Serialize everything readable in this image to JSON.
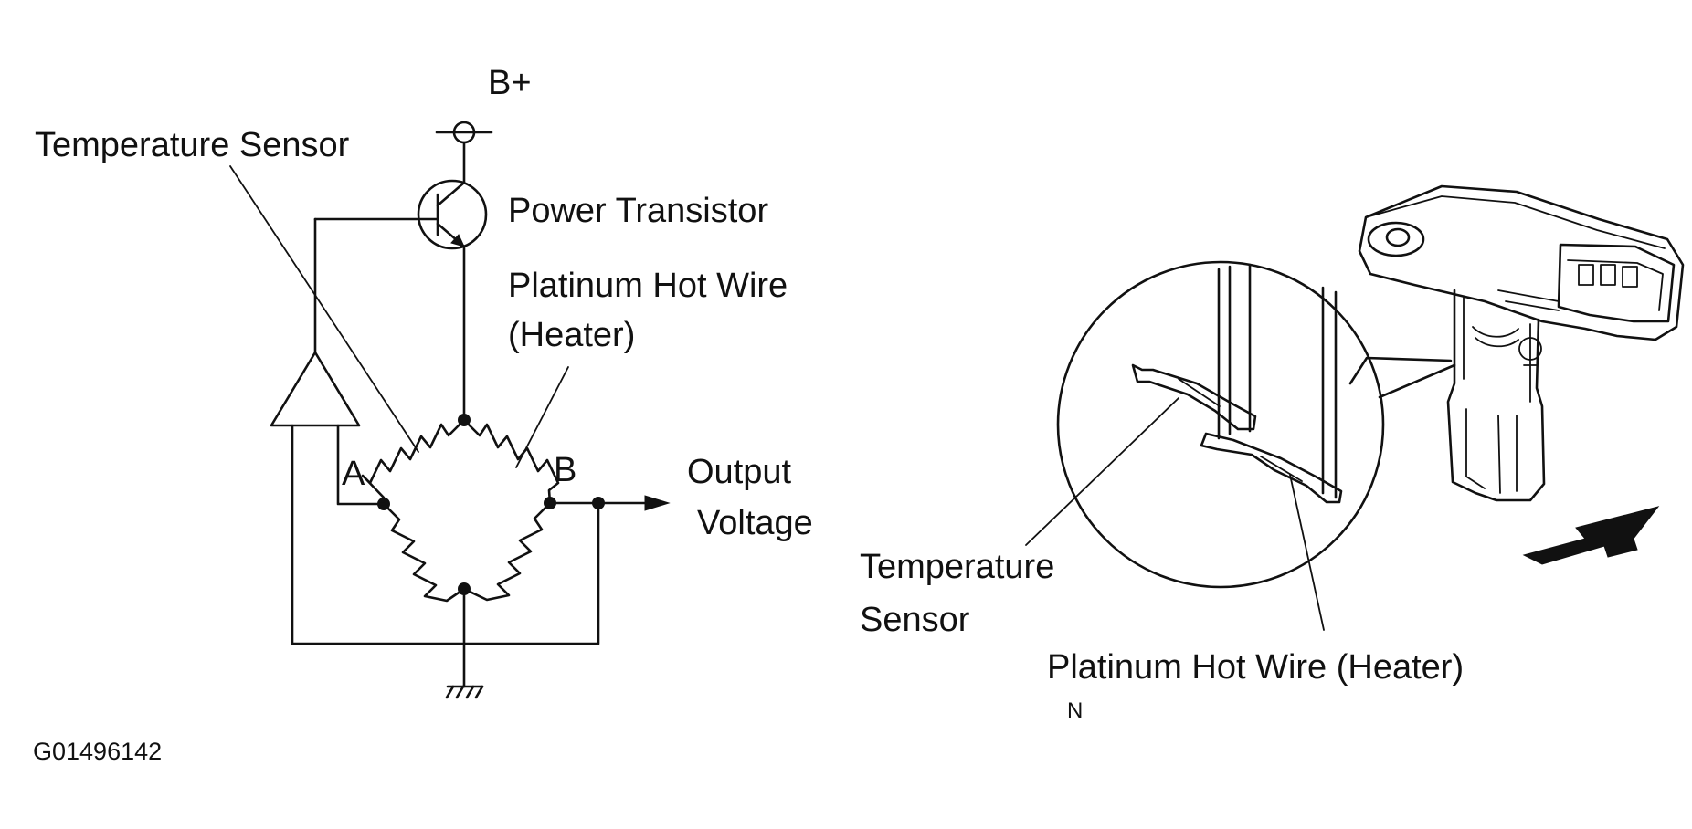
{
  "labels": {
    "b_plus": "B+",
    "temperature_sensor_left": "Temperature Sensor",
    "power_transistor": "Power Transistor",
    "platinum_hot_wire_line1": "Platinum Hot Wire",
    "platinum_hot_wire_line2": "(Heater)",
    "node_a": "A",
    "node_b": "B",
    "output_line1": "Output",
    "output_line2": "Voltage",
    "temperature_sensor_right_line1": "Temperature",
    "temperature_sensor_right_line2": "Sensor",
    "platinum_hot_wire_right": "Platinum Hot Wire (Heater)",
    "mark_n": "N",
    "figure_code": "G01496142"
  }
}
